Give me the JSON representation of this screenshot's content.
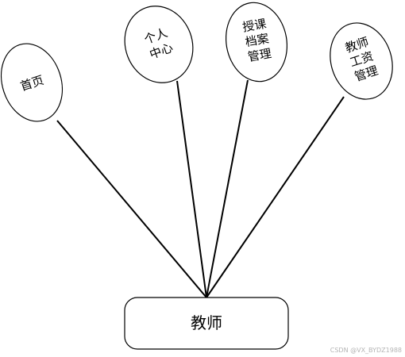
{
  "root": {
    "label": "教师"
  },
  "features": [
    {
      "id": "home",
      "lines": [
        "首页"
      ]
    },
    {
      "id": "personal-center",
      "lines": [
        "个人",
        "中心"
      ]
    },
    {
      "id": "teaching-archive-management",
      "lines": [
        "授课",
        "档案",
        "管理"
      ]
    },
    {
      "id": "teacher-salary-management",
      "lines": [
        "教师",
        "工资",
        "管理"
      ]
    }
  ],
  "watermark": "CSDN @VX_BYDZ1988"
}
